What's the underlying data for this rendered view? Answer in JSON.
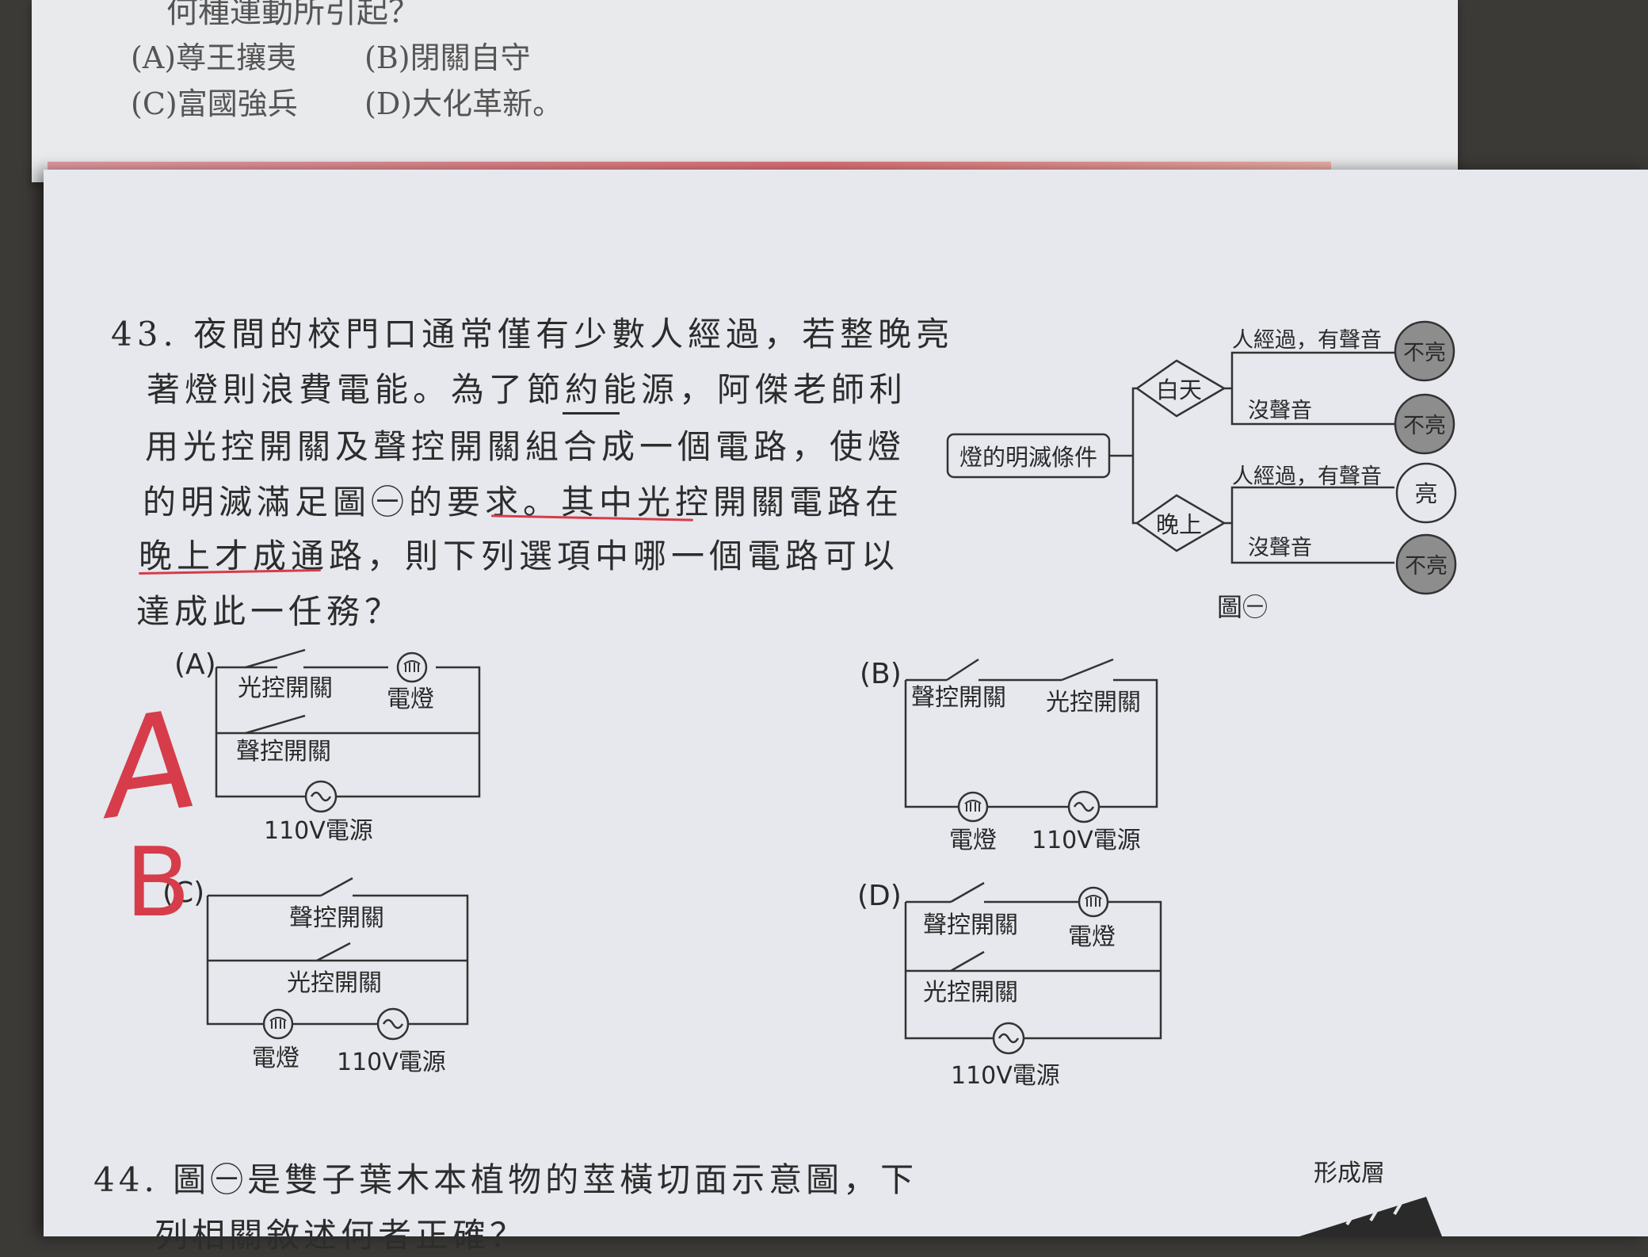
{
  "top_page": {
    "question_tail": "何種運動所引起？",
    "options": [
      {
        "label": "(A)尊王攘夷"
      },
      {
        "label": "(B)閉關自守"
      },
      {
        "label": "(C)富國強兵"
      },
      {
        "label": "(D)大化革新。"
      }
    ]
  },
  "q43": {
    "lines": [
      "43. 夜間的校門口通常僅有少數人經過，若整晚亮",
      "著燈則浪費電能。為了節約能源，阿傑老師利",
      "用光控開關及聲控開關組合成一個電路，使燈",
      "的明滅滿足圖㊀的要求。其中光控開關電路在",
      "晚上才成通路，則下列選項中哪一個電路可以",
      "達成此一任務？"
    ]
  },
  "flowchart": {
    "root": "燈的明滅條件",
    "day": "白天",
    "night": "晚上",
    "branch_people": "人經過，有聲音",
    "branch_silent": "沒聲音",
    "off": "不亮",
    "on": "亮",
    "caption": "圖㊀"
  },
  "circuits": {
    "A": {
      "label": "(A)",
      "light_switch": "光控開關",
      "lamp": "電燈",
      "sound_switch": "聲控開關",
      "source": "110V電源"
    },
    "B": {
      "label": "(B)",
      "sound_switch": "聲控開關",
      "light_switch": "光控開關",
      "lamp": "電燈",
      "source": "110V電源"
    },
    "C": {
      "label": "(C)",
      "sound_switch": "聲控開關",
      "light_switch": "光控開關",
      "lamp": "電燈",
      "source": "110V電源"
    },
    "D": {
      "label": "(D)",
      "sound_switch": "聲控開關",
      "lamp": "電燈",
      "light_switch": "光控開關",
      "source": "110V電源"
    }
  },
  "handwriting": {
    "mark_a": "A",
    "mark_b": "B"
  },
  "q44": {
    "line1": "44. 圖㊀是雙子葉木本植物的莖橫切面示意圖，下",
    "line2": "列相關敘述何者正確？",
    "label": "形成層"
  },
  "colors": {
    "ink_red": "#d63c4a",
    "circle_fill": "#8d8d8d"
  }
}
